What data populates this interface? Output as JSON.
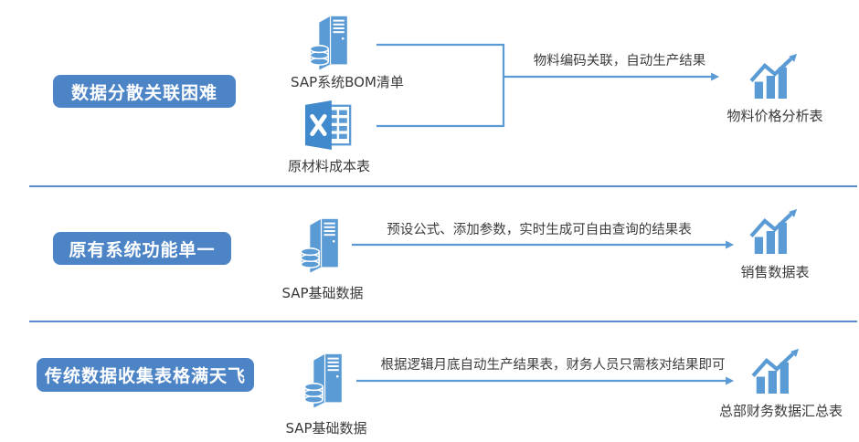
{
  "colors": {
    "problem_box_blue": "#4C84C6",
    "icon_blue": "#5B9BD5",
    "connector_blue": "#5B9BD5",
    "divider_blue": "#5C8CC8",
    "text_dark": "#3C3C3C"
  },
  "rows": [
    {
      "problem_label": "数据分散关联困难",
      "sources": [
        {
          "icon": "server-database-icon",
          "label": "SAP系统BOM清单"
        },
        {
          "icon": "excel-file-icon",
          "label": "原材料成本表"
        }
      ],
      "arrow_caption": "物料编码关联，自动生产结果",
      "result": {
        "icon": "rising-bar-chart-icon",
        "label": "物料价格分析表"
      }
    },
    {
      "problem_label": "原有系统功能单一",
      "sources": [
        {
          "icon": "server-database-icon",
          "label": "SAP基础数据"
        }
      ],
      "arrow_caption": "预设公式、添加参数，实时生成可自由查询的结果表",
      "result": {
        "icon": "rising-bar-chart-icon",
        "label": "销售数据表"
      }
    },
    {
      "problem_label": "传统数据收集表格满天飞",
      "sources": [
        {
          "icon": "server-database-icon",
          "label": "SAP基础数据"
        }
      ],
      "arrow_caption": "根据逻辑月底自动生产结果表，财务人员只需核对结果即可",
      "result": {
        "icon": "rising-bar-chart-icon",
        "label": "总部财务数据汇总表"
      }
    }
  ]
}
